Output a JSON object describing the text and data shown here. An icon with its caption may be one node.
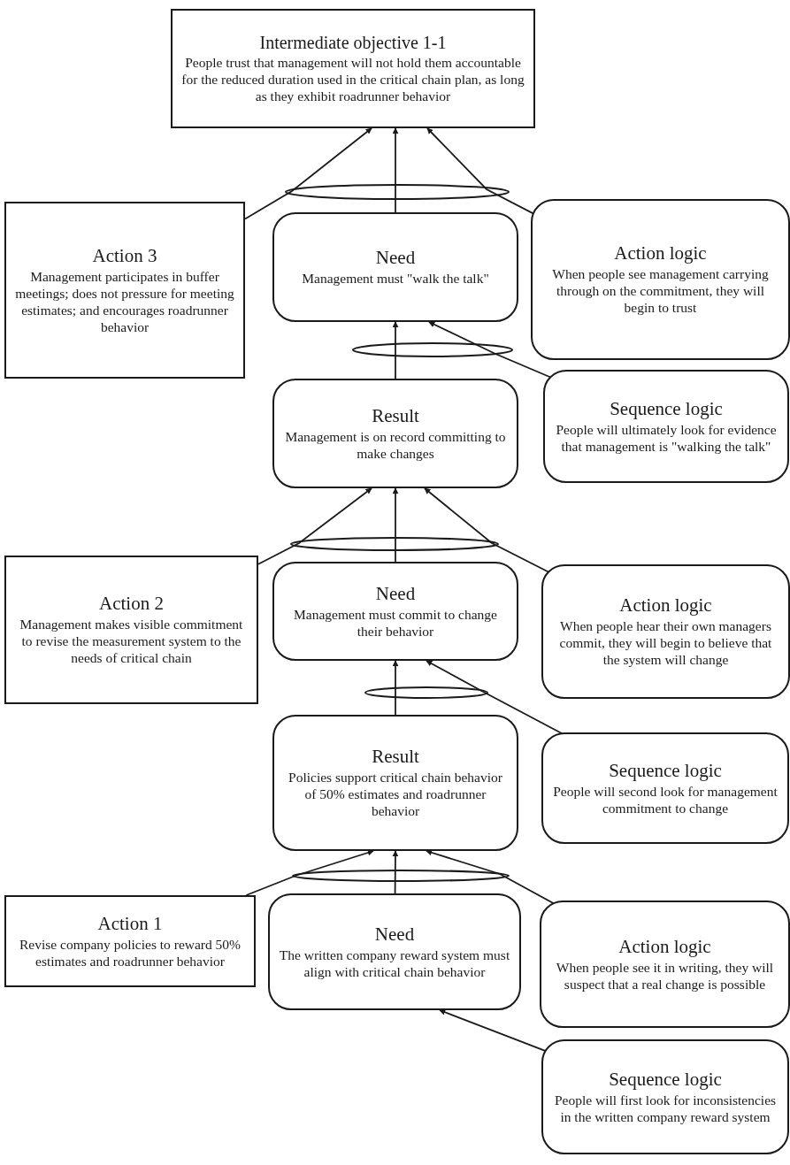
{
  "diagram": {
    "nodes": [
      {
        "text": [
          "Intermediate objective 1-1",
          "People trust that management will not hold them accountable for the reduced duration used in the critical chain plan, as long as they exhibit roadrunner behavior"
        ]
      },
      {
        "text": [],
        "shape": "ellipse"
      },
      {
        "text": [
          "Action 3",
          "Management participates in buffer meetings; does not pressure for meeting estimates; and encourages roadrunner behavior"
        ]
      },
      {
        "text": [
          "Need",
          "Management must \"walk the talk\""
        ]
      },
      {
        "text": [
          "Action logic",
          "When people see management carrying through on the commitment, they will begin to trust"
        ]
      },
      {
        "text": [],
        "shape": "ellipse"
      },
      {
        "text": [
          "Result",
          "Management is on record committing to make changes"
        ]
      },
      {
        "text": [
          "Sequence logic",
          "People will ultimately look for evidence that management is \"walking the talk\""
        ]
      },
      {
        "text": [],
        "shape": "ellipse"
      },
      {
        "text": [
          "Action 2",
          "Management makes visible commitment to revise the measurement system to the needs of critical chain"
        ]
      },
      {
        "text": [
          "Need",
          "Management must commit to change their behavior"
        ]
      },
      {
        "text": [
          "Action logic",
          "When people hear their own managers commit, they will begin to believe that the system will change"
        ]
      },
      {
        "text": [],
        "shape": "ellipse"
      },
      {
        "text": [
          "Result",
          "Policies support critical chain behavior of 50% estimates and roadrunner behavior"
        ]
      },
      {
        "text": [
          "Sequence logic",
          "People will second look for management commitment to change"
        ]
      },
      {
        "text": [],
        "shape": "ellipse"
      },
      {
        "text": [
          "Action 1",
          "Revise company policies to reward 50% estimates and roadrunner behavior"
        ]
      },
      {
        "text": [
          "Need",
          "The written company reward system must align with critical chain behavior"
        ]
      },
      {
        "text": [
          "Action logic",
          "When people see it in writing, they will suspect that a real change is possible"
        ]
      },
      {
        "text": [
          "Sequence logic",
          "People will first look for inconsistencies in the written company reward system"
        ]
      }
    ],
    "edges": [
      {
        "from": 2,
        "to": 0,
        "arrow": "to"
      },
      {
        "from": 3,
        "to": 0,
        "arrow": "to"
      },
      {
        "from": 4,
        "to": 0,
        "arrow": "to"
      },
      {
        "from": 6,
        "to": 3,
        "arrow": "to"
      },
      {
        "from": 7,
        "to": 3,
        "arrow": "to"
      },
      {
        "from": 9,
        "to": 6,
        "arrow": "to"
      },
      {
        "from": 10,
        "to": 6,
        "arrow": "to"
      },
      {
        "from": 11,
        "to": 6,
        "arrow": "to"
      },
      {
        "from": 13,
        "to": 10,
        "arrow": "to"
      },
      {
        "from": 14,
        "to": 10,
        "arrow": "to"
      },
      {
        "from": 16,
        "to": 13,
        "arrow": "to"
      },
      {
        "from": 17,
        "to": 13,
        "arrow": "to"
      },
      {
        "from": 18,
        "to": 13,
        "arrow": "to"
      },
      {
        "from": 19,
        "to": 17,
        "arrow": "to"
      }
    ]
  }
}
